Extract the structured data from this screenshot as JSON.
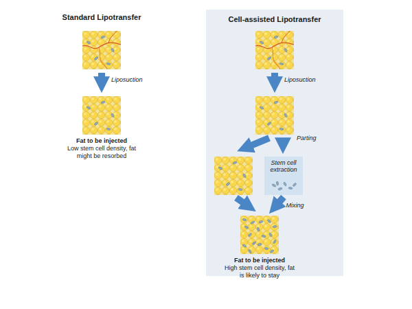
{
  "diagram": {
    "nodes": [
      {
        "text": [
          "Fat to be injected",
          "Low stem cell density, fat might be resorbed"
        ]
      },
      {
        "text": [
          "Cell-assisted Lipotransfer"
        ]
      },
      {
        "text": [
          "Stem cell extraction"
        ],
        "in": 1
      },
      {
        "text": [
          "Fat to be injected",
          "High stem cell density, fat is likely to stay"
        ],
        "in": 1
      }
    ],
    "edges": [
      {
        "from": 2,
        "to": 3,
        "label": "Mixing",
        "arrow": "to"
      }
    ],
    "labels": [
      "Standard Lipotransfer",
      "Liposuction",
      "Liposuction",
      "Parting"
    ]
  }
}
